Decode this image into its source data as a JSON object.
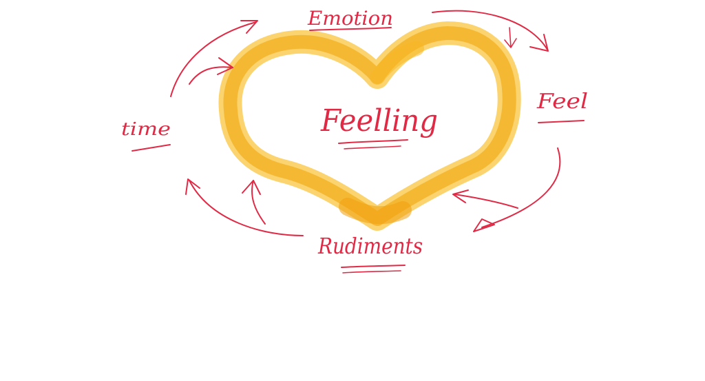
{
  "diagram": {
    "center_label": "Feelling",
    "labels": {
      "top": "Emotion",
      "right": "Feel",
      "bottom": "Rudiments",
      "left": "time"
    }
  },
  "colors": {
    "ink": "#e02a45",
    "heart_outer": "#f7c02a",
    "heart_inner": "#f0a814",
    "background": "#ffffff"
  }
}
